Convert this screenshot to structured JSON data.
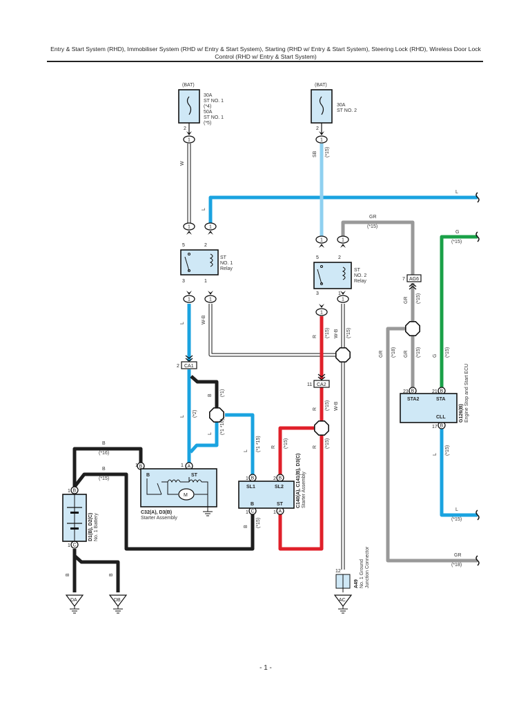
{
  "header": {
    "title": "Entry & Start System (RHD), Immobiliser System (RHD w/ Entry & Start System), Starting (RHD w/ Entry & Start System), Steering Lock (RHD), Wireless Door Lock Control (RHD w/ Entry & Start System)"
  },
  "footer": {
    "page": "- 1 -"
  },
  "colors": {
    "L": "#1aa3e0",
    "SB": "#8fd0f0",
    "R": "#e0202a",
    "B": "#1e1e1e",
    "GR": "#999999",
    "G": "#1aa048",
    "W": "#ffffff",
    "component_fill": "#cfe8f6"
  },
  "components": {
    "fuse1": {
      "source": "(BAT)",
      "lines": [
        "30A",
        "ST NO. 1",
        "(*4)",
        "50A",
        "ST NO. 1",
        "(*5)"
      ],
      "pin": "2"
    },
    "fuse2": {
      "source": "(BAT)",
      "lines": [
        "30A",
        "ST NO. 2"
      ],
      "pin": "2"
    },
    "relay1": {
      "lines": [
        "ST",
        "NO. 1",
        "Relay"
      ],
      "pins": [
        "5",
        "2",
        "3",
        "1"
      ]
    },
    "relay2": {
      "lines": [
        "ST",
        "NO. 2",
        "Relay"
      ],
      "pins": [
        "5",
        "2",
        "3",
        "1"
      ]
    },
    "starter1": {
      "code": "C32(A), D3(B)",
      "name": "Starter Assembly",
      "terminals": [
        "B",
        "ST"
      ],
      "motor": "M",
      "pins": [
        "1",
        "1"
      ],
      "pin_letters": [
        "B",
        "A"
      ]
    },
    "starter2": {
      "code": "C140(A), C141(B), D3(C)",
      "name": "Starter Assembly",
      "terminals": [
        "SL1",
        "SL2",
        "B",
        "ST"
      ],
      "pins": [
        "1",
        "2",
        "1",
        "1"
      ],
      "pin_letters": [
        "B",
        "B",
        "C",
        "A"
      ]
    },
    "battery": {
      "code": "D1(B), D2(C)",
      "name": "No. 1 Battery",
      "pins": [
        "1",
        "1"
      ],
      "pin_letters": [
        "B",
        "C"
      ]
    },
    "ecu": {
      "code": "G126(B)",
      "name": "Engine Stop and Start ECU",
      "terminals": [
        "STA2",
        "STA",
        "CLL"
      ],
      "pins": [
        "23",
        "21",
        "17"
      ],
      "pin_letter": "B"
    },
    "junction": {
      "code": "A49",
      "name1": "No. 1 Ground",
      "name2": "Junction Connector",
      "pin": "12"
    }
  },
  "connectors": {
    "CA1": {
      "label": "CA1",
      "pin": "2"
    },
    "CA2": {
      "label": "CA2",
      "pin": "11"
    },
    "AG6": {
      "label": "AG6",
      "pin": "7"
    },
    "inline_pin": "1"
  },
  "grounds": [
    "DA",
    "DB",
    "AC"
  ],
  "wire_labels": {
    "W": "W",
    "L": "L",
    "SB": "SB",
    "R": "R",
    "B": "B",
    "GR": "GR",
    "G": "G",
    "WB": "W-B",
    "n15": "(*15)",
    "n16": "(*16)",
    "n18": "(*18)",
    "n1": "(*1)",
    "n2": "(*2)",
    "n1_16": "(*1 *16)",
    "n1_15": "(*1 *15)"
  }
}
